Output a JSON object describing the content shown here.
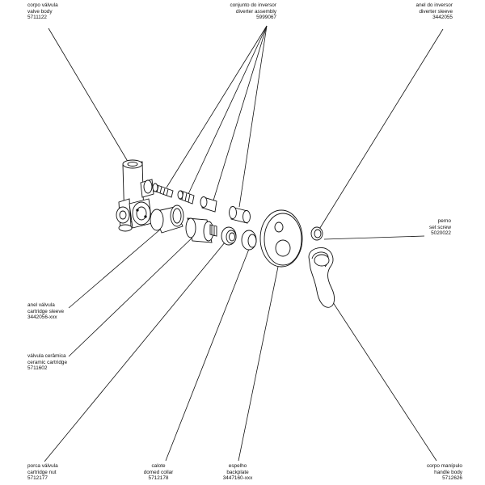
{
  "labels": {
    "valve_body": {
      "pt": "corpo válvula",
      "en": "valve body",
      "code": "5711122"
    },
    "diverter_assembly": {
      "pt": "conjunto do inversor",
      "en": "diverter assembly",
      "code": "5999067"
    },
    "diverter_sleeve": {
      "pt": "anel do inversor",
      "en": "diverter sleeve",
      "code": "3442055"
    },
    "set_screw": {
      "pt": "perno",
      "en": "set screw",
      "code": "5020022"
    },
    "cartridge_sleeve": {
      "pt": "anel válvula",
      "en": "cartridge sleeve",
      "code": "3442056-xxx"
    },
    "ceramic_cartridge": {
      "pt": "válvula cerâmica",
      "en": "ceramic cartridge",
      "code": "5711602"
    },
    "cartridge_nut": {
      "pt": "porca válvula",
      "en": "cartridge nut",
      "code": "5712177"
    },
    "domed_collar": {
      "pt": "calote",
      "en": "domed collar",
      "code": "5712178"
    },
    "backplate": {
      "pt": "espelho",
      "en": "backplate",
      "code": "3447160-xxx"
    },
    "handle_body": {
      "pt": "corpo manípulo",
      "en": "handle body",
      "code": "5712626"
    }
  }
}
